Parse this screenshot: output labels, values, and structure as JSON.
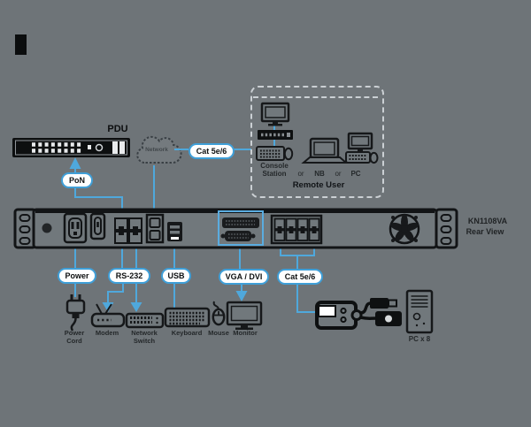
{
  "colors": {
    "accent": "#4FA8DC",
    "pill-border": "#3F9FD8",
    "bg": "#6E7478",
    "panel": "#71787C",
    "ink": "#17191B",
    "muted-border": "#CBD0D4",
    "label": "#24282A",
    "white": "#FFFFFF"
  },
  "top": {
    "pdu_label": "PDU",
    "pon_pill": "PoN",
    "network_label": "Network",
    "cat_pill": "Cat 5e/6"
  },
  "remote": {
    "console_line1": "Console",
    "console_line2": "Station",
    "or_1": "or",
    "nb_label": "NB",
    "or_2": "or",
    "pc_label": "PC",
    "title": "Remote User"
  },
  "device": {
    "model": "KN1108VA",
    "view": "Rear View"
  },
  "ports": {
    "power_pill": "Power",
    "rs232_pill": "RS-232",
    "usb_pill": "USB",
    "vga_dvi_pill": "VGA / DVI",
    "cat_pill": "Cat 5e/6"
  },
  "peripherals": {
    "power_cord_line1": "Power",
    "power_cord_line2": "Cord",
    "modem": "Modem",
    "switch_line1": "Network",
    "switch_line2": "Switch",
    "keyboard": "Keyboard",
    "mouse": "Mouse",
    "monitor": "Monitor",
    "pc_count": "PC x 8"
  }
}
